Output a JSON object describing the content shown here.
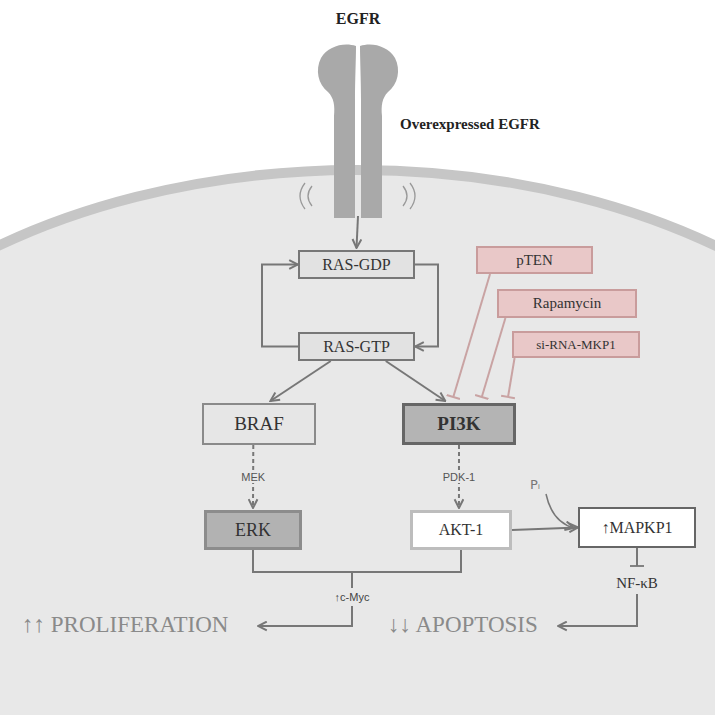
{
  "diagram": {
    "nodes": [
      {
        "text": [
          "EGFR",
          "Overexpressed EGFR"
        ]
      },
      {
        "text": [
          "RAS-GDP"
        ]
      },
      {
        "text": [
          "RAS-GTP"
        ]
      },
      {
        "text": [
          "pTEN"
        ]
      },
      {
        "text": [
          "Rapamycin"
        ]
      },
      {
        "text": [
          "si-RNA-MKP1"
        ]
      },
      {
        "text": [
          "BRAF"
        ]
      },
      {
        "text": [
          "PI3K"
        ]
      },
      {
        "text": [
          "ERK"
        ]
      },
      {
        "text": [
          "AKT-1"
        ]
      },
      {
        "text": [
          "↑MAPKP1"
        ]
      }
    ],
    "edges": [
      {
        "from": 0,
        "to": 1,
        "arrow": "to"
      },
      {
        "from": 1,
        "to": 2,
        "arrow": "to"
      },
      {
        "from": 2,
        "to": 1,
        "arrow": "to"
      },
      {
        "from": 2,
        "to": 6,
        "arrow": "to"
      },
      {
        "from": 2,
        "to": 7,
        "arrow": "to"
      },
      {
        "from": 3,
        "to": 7,
        "arrow": "to"
      },
      {
        "from": 4,
        "to": 7,
        "arrow": "to"
      },
      {
        "from": 5,
        "to": 7,
        "arrow": "to"
      },
      {
        "from": 6,
        "to": 8,
        "label": "MEK",
        "arrow": "to"
      },
      {
        "from": 7,
        "to": 9,
        "label": "PDK-1",
        "arrow": "to"
      },
      {
        "from": 9,
        "to": 10,
        "arrow": "to"
      }
    ],
    "labels": [
      "Pᵢ",
      "↑c-Myc",
      "NF-κB",
      "↑↑ PROLIFERATION",
      "↓↓ APOPTOSIS"
    ]
  }
}
